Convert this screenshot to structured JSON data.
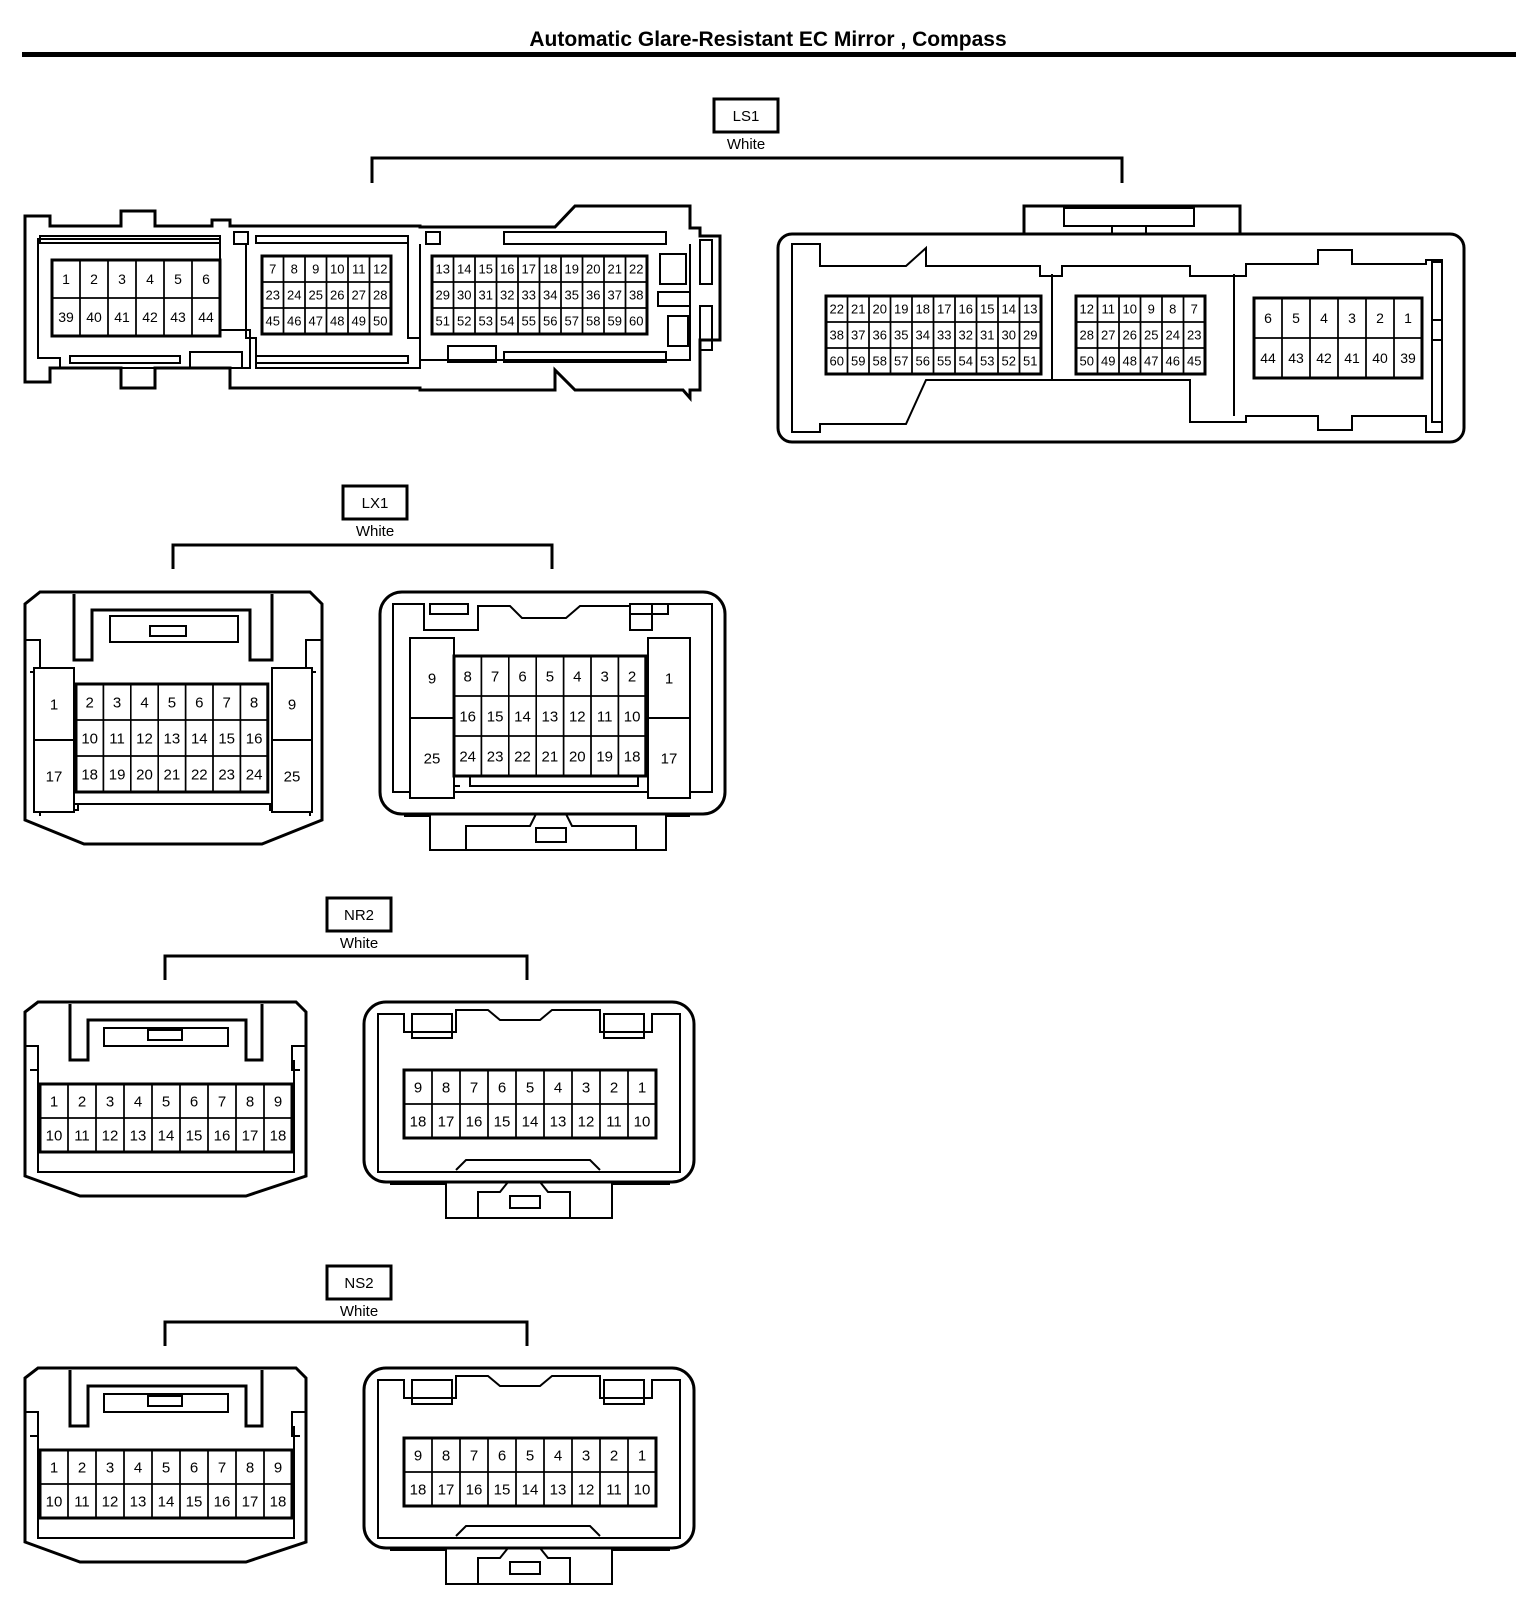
{
  "title": "Automatic Glare-Resistant EC Mirror , Compass",
  "connectors": [
    {
      "id": "LS1",
      "color": "White",
      "left_view": {
        "blocks": [
          {
            "rows": [
              [
                "1",
                "2",
                "3",
                "4",
                "5",
                "6"
              ],
              [
                "39",
                "40",
                "41",
                "42",
                "43",
                "44"
              ]
            ]
          },
          {
            "rows": [
              [
                "7",
                "8",
                "9",
                "10",
                "11",
                "12"
              ],
              [
                "23",
                "24",
                "25",
                "26",
                "27",
                "28"
              ],
              [
                "45",
                "46",
                "47",
                "48",
                "49",
                "50"
              ]
            ]
          },
          {
            "rows": [
              [
                "13",
                "14",
                "15",
                "16",
                "17",
                "18",
                "19",
                "20",
                "21",
                "22"
              ],
              [
                "29",
                "30",
                "31",
                "32",
                "33",
                "34",
                "35",
                "36",
                "37",
                "38"
              ],
              [
                "51",
                "52",
                "53",
                "54",
                "55",
                "56",
                "57",
                "58",
                "59",
                "60"
              ]
            ]
          }
        ]
      },
      "right_view": {
        "blocks": [
          {
            "rows": [
              [
                "22",
                "21",
                "20",
                "19",
                "18",
                "17",
                "16",
                "15",
                "14",
                "13"
              ],
              [
                "38",
                "37",
                "36",
                "35",
                "34",
                "33",
                "32",
                "31",
                "30",
                "29"
              ],
              [
                "60",
                "59",
                "58",
                "57",
                "56",
                "55",
                "54",
                "53",
                "52",
                "51"
              ]
            ]
          },
          {
            "rows": [
              [
                "12",
                "11",
                "10",
                "9",
                "8",
                "7"
              ],
              [
                "28",
                "27",
                "26",
                "25",
                "24",
                "23"
              ],
              [
                "50",
                "49",
                "48",
                "47",
                "46",
                "45"
              ]
            ]
          },
          {
            "rows": [
              [
                "6",
                "5",
                "4",
                "3",
                "2",
                "1"
              ],
              [
                "44",
                "43",
                "42",
                "41",
                "40",
                "39"
              ]
            ]
          }
        ]
      }
    },
    {
      "id": "LX1",
      "color": "White",
      "left_view": {
        "side_left": [
          "1",
          "17"
        ],
        "rows": [
          [
            "2",
            "3",
            "4",
            "5",
            "6",
            "7",
            "8"
          ],
          [
            "10",
            "11",
            "12",
            "13",
            "14",
            "15",
            "16"
          ],
          [
            "18",
            "19",
            "20",
            "21",
            "22",
            "23",
            "24"
          ]
        ],
        "side_right": [
          "9",
          "25"
        ]
      },
      "right_view": {
        "side_left": [
          "9",
          "25"
        ],
        "rows": [
          [
            "8",
            "7",
            "6",
            "5",
            "4",
            "3",
            "2"
          ],
          [
            "16",
            "15",
            "14",
            "13",
            "12",
            "11",
            "10"
          ],
          [
            "24",
            "23",
            "22",
            "21",
            "20",
            "19",
            "18"
          ]
        ],
        "side_right": [
          "1",
          "17"
        ]
      }
    },
    {
      "id": "NR2",
      "color": "White",
      "left_view": {
        "rows": [
          [
            "1",
            "2",
            "3",
            "4",
            "5",
            "6",
            "7",
            "8",
            "9"
          ],
          [
            "10",
            "11",
            "12",
            "13",
            "14",
            "15",
            "16",
            "17",
            "18"
          ]
        ]
      },
      "right_view": {
        "rows": [
          [
            "9",
            "8",
            "7",
            "6",
            "5",
            "4",
            "3",
            "2",
            "1"
          ],
          [
            "18",
            "17",
            "16",
            "15",
            "14",
            "13",
            "12",
            "11",
            "10"
          ]
        ]
      }
    },
    {
      "id": "NS2",
      "color": "White",
      "left_view": {
        "rows": [
          [
            "1",
            "2",
            "3",
            "4",
            "5",
            "6",
            "7",
            "8",
            "9"
          ],
          [
            "10",
            "11",
            "12",
            "13",
            "14",
            "15",
            "16",
            "17",
            "18"
          ]
        ]
      },
      "right_view": {
        "rows": [
          [
            "9",
            "8",
            "7",
            "6",
            "5",
            "4",
            "3",
            "2",
            "1"
          ],
          [
            "18",
            "17",
            "16",
            "15",
            "14",
            "13",
            "12",
            "11",
            "10"
          ]
        ]
      }
    }
  ]
}
